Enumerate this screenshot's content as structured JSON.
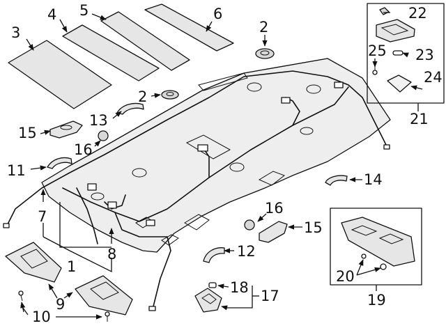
{
  "callouts": [
    {
      "id": "c1",
      "text": "1"
    },
    {
      "id": "c2a",
      "text": "2"
    },
    {
      "id": "c2b",
      "text": "2"
    },
    {
      "id": "c3",
      "text": "3"
    },
    {
      "id": "c4",
      "text": "4"
    },
    {
      "id": "c5",
      "text": "5"
    },
    {
      "id": "c6",
      "text": "6"
    },
    {
      "id": "c7",
      "text": "7"
    },
    {
      "id": "c8",
      "text": "8"
    },
    {
      "id": "c9",
      "text": "9"
    },
    {
      "id": "c10",
      "text": "10"
    },
    {
      "id": "c11",
      "text": "11"
    },
    {
      "id": "c12",
      "text": "12"
    },
    {
      "id": "c13",
      "text": "13"
    },
    {
      "id": "c14",
      "text": "14"
    },
    {
      "id": "c15a",
      "text": "15"
    },
    {
      "id": "c15b",
      "text": "15"
    },
    {
      "id": "c16a",
      "text": "16"
    },
    {
      "id": "c16b",
      "text": "16"
    },
    {
      "id": "c17",
      "text": "17"
    },
    {
      "id": "c18",
      "text": "18"
    },
    {
      "id": "c19",
      "text": "19"
    },
    {
      "id": "c20",
      "text": "20"
    },
    {
      "id": "c21",
      "text": "21"
    },
    {
      "id": "c22",
      "text": "22"
    },
    {
      "id": "c23",
      "text": "23"
    },
    {
      "id": "c24",
      "text": "24"
    },
    {
      "id": "c25",
      "text": "25"
    }
  ],
  "colors": {
    "line": "#111111",
    "part_fill": "#e6e6e6",
    "part_fill_light": "#f2f2f2",
    "background": "#ffffff"
  }
}
